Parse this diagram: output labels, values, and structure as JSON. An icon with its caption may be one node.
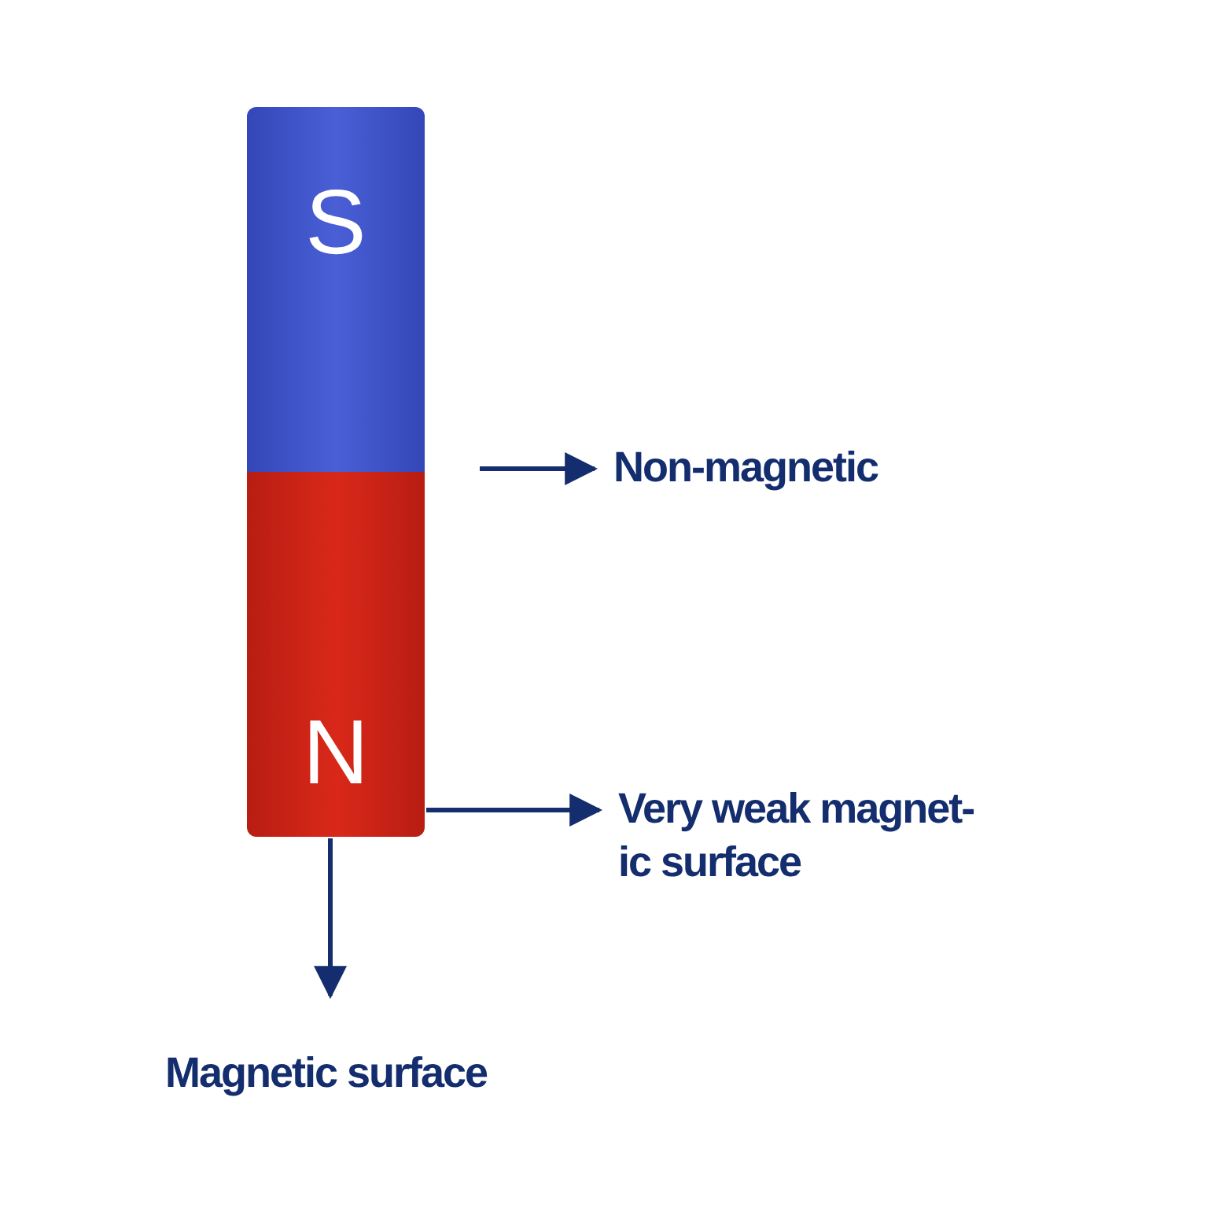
{
  "diagram": {
    "nodes": [
      {
        "text": [
          "S"
        ]
      },
      {
        "text": [
          "N"
        ]
      },
      {
        "text": [
          "Non-magnetic"
        ]
      },
      {
        "text": [
          "Very weak magnet- ic surface"
        ]
      },
      {
        "text": [
          "Magnetic surface"
        ]
      }
    ],
    "edges": [
      {
        "from": null,
        "to": 2,
        "arrow": "to"
      },
      {
        "from": 1,
        "to": 3,
        "arrow": "to"
      },
      {
        "from": 1,
        "to": 4,
        "arrow": "to"
      }
    ]
  }
}
